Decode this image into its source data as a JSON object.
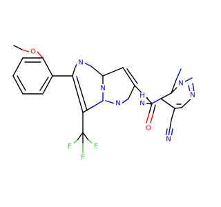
{
  "colors": {
    "carbon": "#000000",
    "nitrogen": "#0000ff",
    "oxygen": "#ff0000",
    "fluorine": "#33cc33",
    "background": "#ffffff"
  },
  "atoms": {
    "o_methoxy": "O",
    "n_pyrimidine": "N",
    "n_bridge": "N",
    "n_pyrazole_fused": "N",
    "nh_amide": "N",
    "h_amide": "H",
    "o_carbonyl": "O",
    "n1_methylpyrazole": "N",
    "n2_methylpyrazole": "N",
    "n_nitrile": "N",
    "f_left": "F",
    "f_right": "F",
    "f_bottom": "F"
  }
}
